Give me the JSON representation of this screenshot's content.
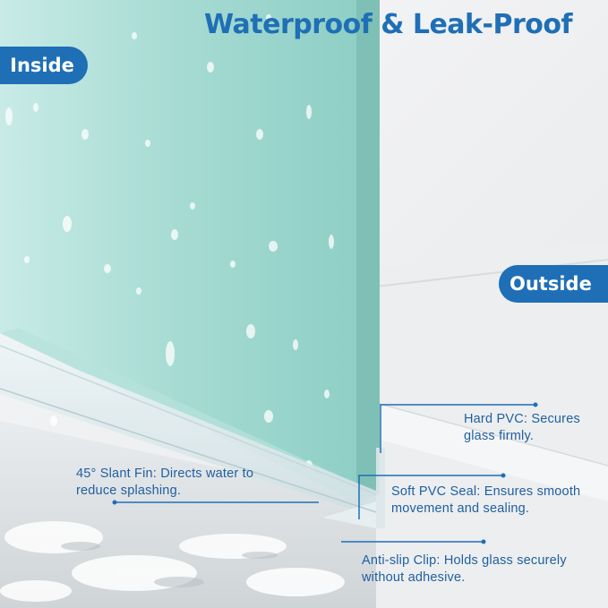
{
  "headline": "Waterproof & Leak-Proof",
  "badges": {
    "inside": "Inside",
    "outside": "Outside"
  },
  "callouts": {
    "hard_pvc": "Hard PVC: Secures glass firmly.",
    "slant_fin": "45° Slant Fin: Directs water to reduce splashing.",
    "soft_pvc": "Soft PVC Seal: Ensures smooth movement and sealing.",
    "anti_slip": "Anti-slip Clip: Holds glass securely without adhesive."
  },
  "colors": {
    "accent": "#1f6fb6",
    "text": "#1f5f9e",
    "glass": "#a9dcd5",
    "glass_edge": "#86c6bd",
    "wall": "#f2f3f4"
  }
}
